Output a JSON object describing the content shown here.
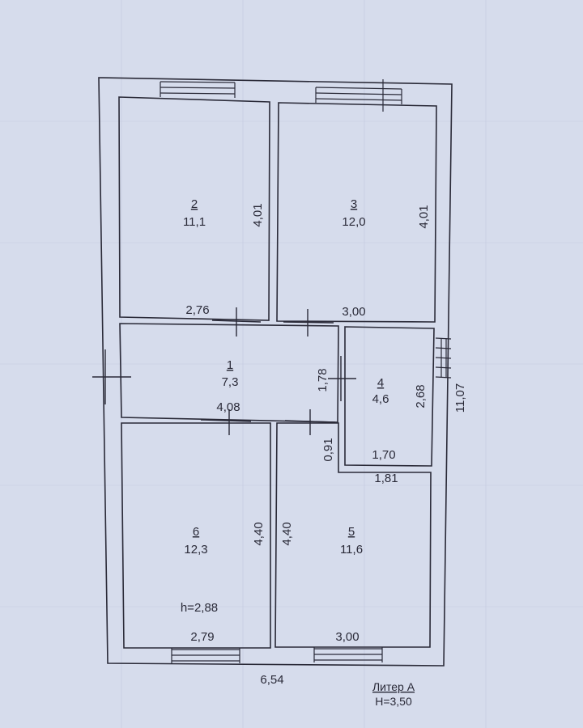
{
  "rooms": [
    {
      "number": "2",
      "area": "11,1"
    },
    {
      "number": "3",
      "area": "12,0"
    },
    {
      "number": "1",
      "area": "7,3"
    },
    {
      "number": "4",
      "area": "4,6"
    },
    {
      "number": "6",
      "area": "12,3"
    },
    {
      "number": "5",
      "area": "11,6"
    }
  ],
  "dimensions": {
    "room2_height": "4,01",
    "room3_height": "4,01",
    "room2_width": "2,76",
    "room3_width": "3,00",
    "room1_height": "1,78",
    "room1_width": "4,08",
    "room4_height": "2,68",
    "room4_width_inner": "1,70",
    "room4_width_outer": "1,81",
    "room5_offset": "0,91",
    "room6_height": "4,40",
    "room5_height": "4,40",
    "room6_width": "2,79",
    "room5_width": "3,00",
    "total_length": "11,07",
    "total_width": "6,54",
    "ceiling": "h=2,88"
  },
  "title": {
    "line1": "Литер А",
    "line2": "Н=3,50"
  },
  "colors": {
    "paper": "#d6dcec",
    "ink": "#2a2a38"
  }
}
